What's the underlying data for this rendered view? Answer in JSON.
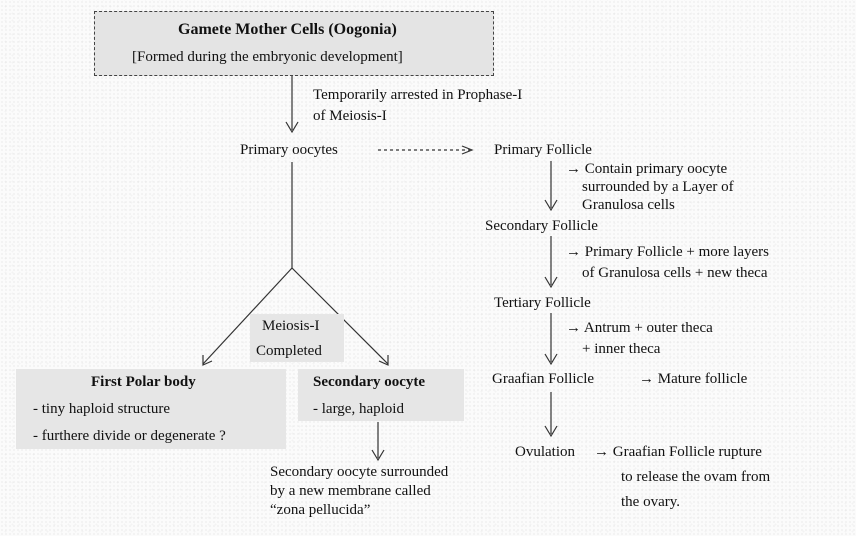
{
  "top_box": {
    "title": "Gamete Mother Cells (Oogonia)",
    "subtitle": "[Formed during the embryonic development]"
  },
  "arrest_note": [
    "Temporarily arrested in Prophase-I",
    "of Meiosis-I"
  ],
  "primary_oocytes": "Primary oocytes",
  "meiosis_label": [
    "Meiosis-I",
    "Completed"
  ],
  "first_polar_body": {
    "title": "First Polar body",
    "points": [
      "- tiny haploid structure",
      "- furthere divide or degenerate ?"
    ]
  },
  "secondary_oocyte": {
    "title": "Secondary oocyte",
    "points": [
      "- large, haploid"
    ],
    "note": [
      "Secondary oocyte surrounded",
      "by a new membrane called",
      "“zona pellucida”"
    ]
  },
  "follicles": {
    "primary": "Primary Follicle",
    "primary_note": [
      "→ Contain primary oocyte",
      "surrounded by a Layer of",
      "Granulosa cells"
    ],
    "secondary": "Secondary Follicle",
    "secondary_note": [
      "→ Primary Follicle + more layers",
      "of Granulosa cells + new theca"
    ],
    "tertiary": "Tertiary Follicle",
    "tertiary_note": [
      "→ Antrum + outer theca",
      "+ inner theca"
    ],
    "graafian": "Graafian Follicle",
    "graafian_note": "→ Mature follicle",
    "ovulation": "Ovulation",
    "ovulation_note": [
      "→ Graafian Follicle rupture",
      "to release the ovam from",
      "the ovary."
    ]
  }
}
